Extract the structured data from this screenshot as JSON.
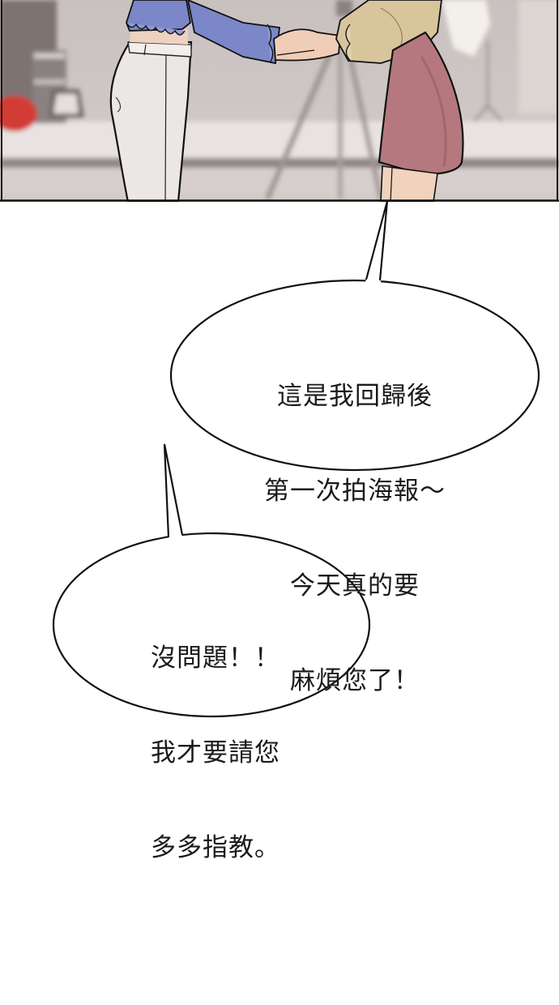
{
  "comic": {
    "panel": {
      "scene": "photo studio, two women shaking hands",
      "colors": {
        "background_wall": "#cbc4c2",
        "floor": "#d9d2d0",
        "blouse_blue": "#7a86c8",
        "pants_white": "#ebe7e4",
        "shirt_beige": "#d8c59c",
        "skirt_pink": "#b5787f",
        "skin": "#efcdb7",
        "red_object": "#d33a36",
        "outline": "#111111"
      }
    },
    "bubbles": [
      {
        "speaker": "right character",
        "lines": [
          "這是我回歸後",
          "第一次拍海報～",
          "今天真的要",
          "麻煩您了！"
        ]
      },
      {
        "speaker": "left character",
        "lines": [
          "沒問題！！",
          "我才要請您",
          "多多指教。"
        ]
      }
    ]
  }
}
